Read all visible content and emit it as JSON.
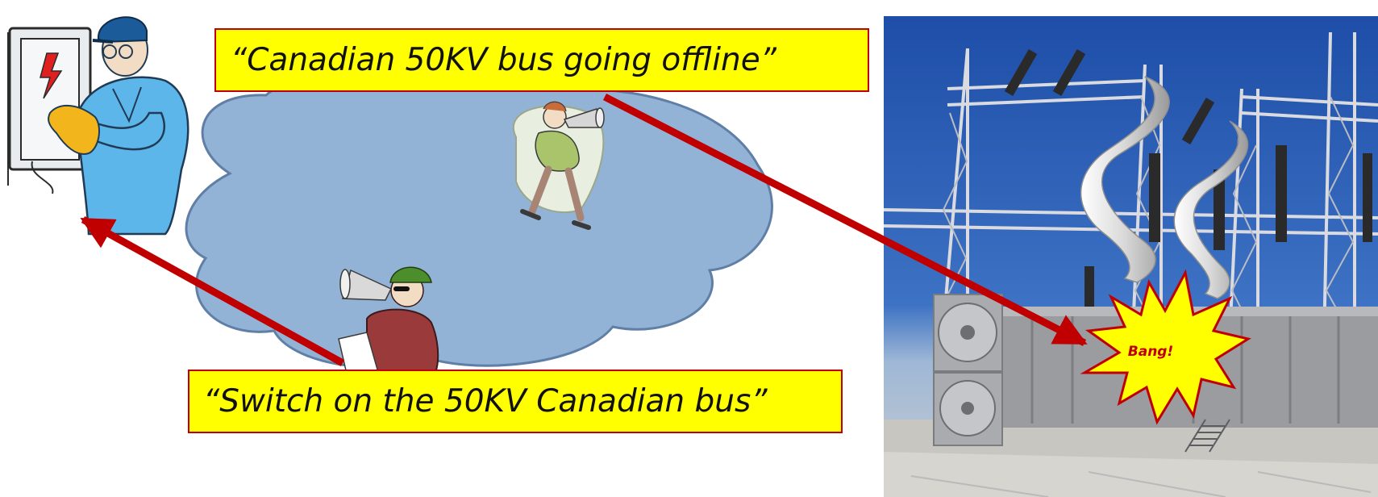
{
  "messages": {
    "top": "“Canadian 50KV bus going offline”",
    "bottom": "“Switch on the 50KV Canadian bus”"
  },
  "explosion": {
    "label": "Bang!"
  },
  "colors": {
    "caption_fill": "#ffff00",
    "caption_border": "#c00000",
    "arrow": "#c00000",
    "cloud_fill": "#93b3d6",
    "cloud_stroke": "#5f7fa6",
    "sky": "#2f5fb7",
    "burst_fill": "#ffff00",
    "burst_stroke": "#c00000"
  },
  "icons": [
    "electrician-icon",
    "fuse-box-icon",
    "announcer-with-megaphone-icon",
    "director-with-megaphone-icon",
    "substation-photo",
    "smoke-icon"
  ]
}
